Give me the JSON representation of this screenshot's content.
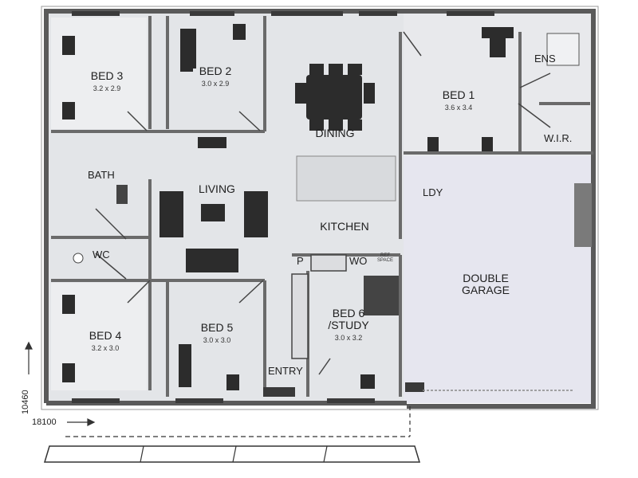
{
  "rooms": {
    "bed3": {
      "name": "BED 3",
      "dims": "3.2 x 2.9"
    },
    "bed2": {
      "name": "BED 2",
      "dims": "3.0 x 2.9"
    },
    "bed1": {
      "name": "BED 1",
      "dims": "3.6 x 3.4"
    },
    "ens": {
      "name": "ENS"
    },
    "wir": {
      "name": "W.I.R."
    },
    "dining": {
      "name": "DINING"
    },
    "bath": {
      "name": "BATH"
    },
    "living": {
      "name": "LIVING"
    },
    "ldy": {
      "name": "LDY"
    },
    "kitchen": {
      "name": "KITCHEN"
    },
    "wc": {
      "name": "WC"
    },
    "pantry": {
      "name": "P"
    },
    "wo": {
      "name": "WO"
    },
    "ref": {
      "name": "REF SPACE"
    },
    "garage": {
      "name": "DOUBLE",
      "name2": "GARAGE"
    },
    "bed4": {
      "name": "BED 4",
      "dims": "3.2 x 3.0"
    },
    "bed5": {
      "name": "BED 5",
      "dims": "3.0 x 3.0"
    },
    "bed6": {
      "name": "BED 6",
      "name2": "/STUDY",
      "dims": "3.0 x 3.2"
    },
    "entry": {
      "name": "ENTRY"
    }
  },
  "dimensions": {
    "depth": "10460",
    "width": "18100"
  },
  "colors": {
    "wall": "#5a5a5a",
    "floor": "#e2e4e6",
    "floor_light": "#eeeff1",
    "garage": "#e4e4ee",
    "furniture": "#2c2c2c",
    "line": "#3a3a3a"
  }
}
